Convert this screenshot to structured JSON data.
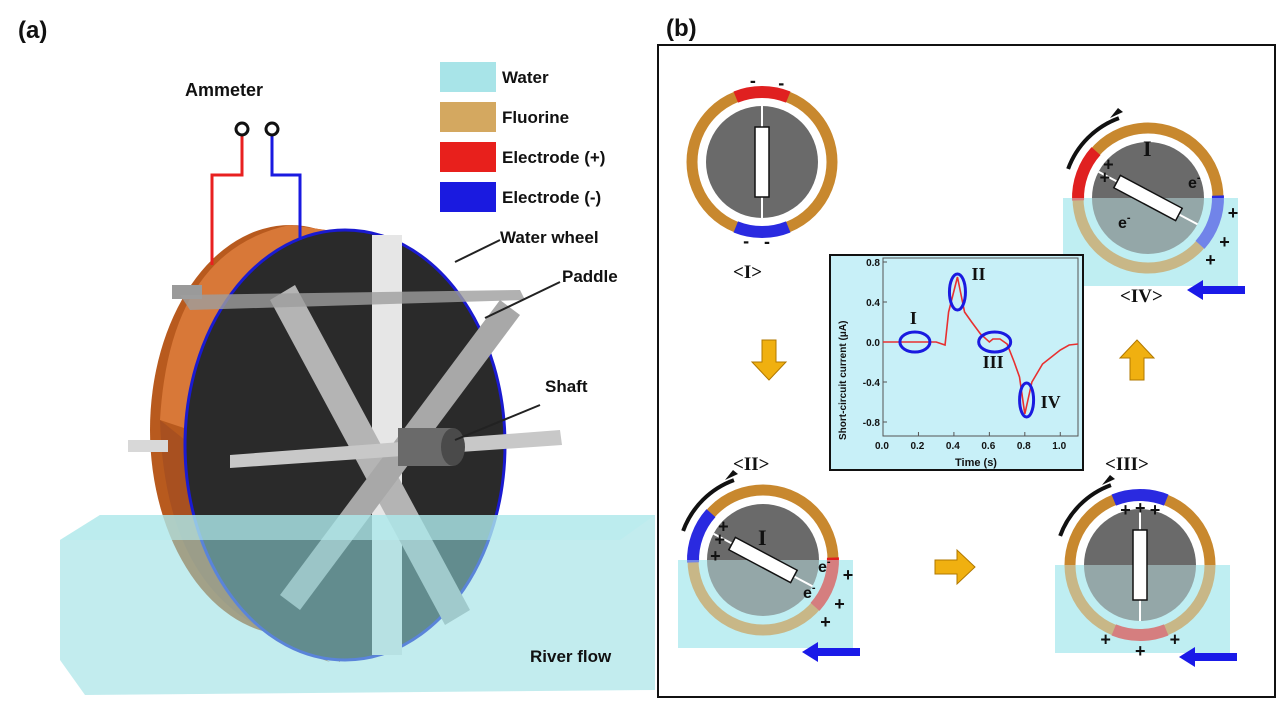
{
  "panel_a": {
    "label": "(a)",
    "ammeter_label": "Ammeter",
    "legend": [
      {
        "label": "Water",
        "color": "#a8e4e8"
      },
      {
        "label": "Fluorine",
        "color": "#d4a860"
      },
      {
        "label": "Electrode (+)",
        "color": "#e8201c"
      },
      {
        "label": "Electrode (-)",
        "color": "#1a1ae0"
      }
    ],
    "callouts": {
      "water_wheel": "Water wheel",
      "paddle": "Paddle",
      "shaft": "Shaft",
      "river_flow": "River flow"
    }
  },
  "panel_b": {
    "label": "(b)",
    "stages": [
      "<I>",
      "<II>",
      "<III>",
      "<IV>"
    ],
    "current_label": "I",
    "electron_label": "e",
    "electron_sup": "-",
    "plus": "+",
    "minus": "-",
    "colors": {
      "fluorine": "#c8882e",
      "electrode_pos": "#e02020",
      "electrode_neg": "#2a2ae0",
      "water": "#b8ecf0",
      "arrow_flow": "#1a1ae8",
      "arrow_step": "#f0b010"
    }
  },
  "chart_data": {
    "type": "line",
    "xlabel": "Time (s)",
    "ylabel": "Short-circuit current (μA)",
    "xlim": [
      0.0,
      1.1
    ],
    "ylim": [
      -0.9,
      0.8
    ],
    "xticks": [
      "0.0",
      "0.2",
      "0.4",
      "0.6",
      "0.8",
      "1.0"
    ],
    "yticks": [
      "0.8",
      "0.4",
      "0.0",
      "-0.4",
      "-0.8"
    ],
    "x": [
      0,
      0.1,
      0.2,
      0.3,
      0.35,
      0.37,
      0.42,
      0.46,
      0.5,
      0.55,
      0.6,
      0.62,
      0.66,
      0.7,
      0.74,
      0.77,
      0.8,
      0.84,
      0.9,
      1.0,
      1.05,
      1.1
    ],
    "y": [
      0,
      0,
      0,
      0,
      -0.03,
      0.3,
      0.65,
      0.3,
      0.2,
      0.08,
      0.0,
      0.03,
      0.03,
      -0.02,
      -0.2,
      -0.35,
      -0.72,
      -0.4,
      -0.22,
      -0.08,
      -0.03,
      -0.02
    ],
    "annotations": [
      {
        "text": "I",
        "x": 0.18,
        "y": 0.0
      },
      {
        "text": "II",
        "x": 0.42,
        "y": 0.5
      },
      {
        "text": "III",
        "x": 0.62,
        "y": 0.0
      },
      {
        "text": "IV",
        "x": 0.81,
        "y": -0.6
      }
    ],
    "line_color": "#e83030",
    "background": "#c8f0f8"
  }
}
